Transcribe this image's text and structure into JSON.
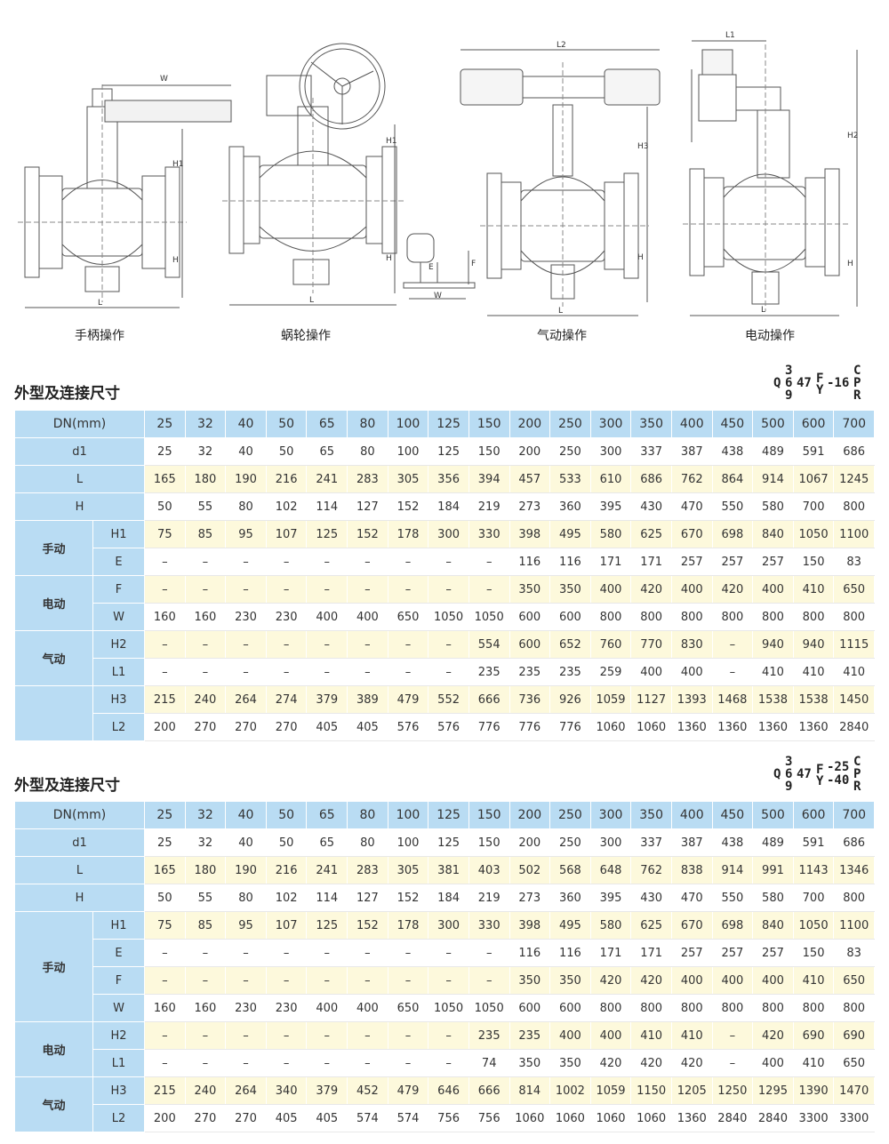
{
  "drawings": {
    "captions": [
      "手柄操作",
      "蜗轮操作",
      "气动操作",
      "电动操作"
    ],
    "dims": {
      "handle": [
        "W",
        "H1",
        "H",
        "L"
      ],
      "worm": [
        "H1",
        "H",
        "L",
        "F",
        "E",
        "W"
      ],
      "pneumatic": [
        "L2",
        "H3",
        "H",
        "L"
      ],
      "electric": [
        "L1",
        "H2",
        "H",
        "L"
      ]
    }
  },
  "sections": [
    {
      "title": "外型及连接尺寸",
      "model": {
        "q": "Q",
        "n3": "3",
        "n6": "6",
        "n9": "9",
        "mid": "47",
        "f": "F",
        "y": "Y",
        "p1": "-16",
        "c": "C",
        "p": "P",
        "r": "R"
      },
      "header_label": "DN(mm)",
      "dn": [
        "25",
        "32",
        "40",
        "50",
        "65",
        "80",
        "100",
        "125",
        "150",
        "200",
        "250",
        "300",
        "350",
        "400",
        "450",
        "500",
        "600",
        "700"
      ],
      "rows": [
        {
          "label": "d1",
          "values": [
            "25",
            "32",
            "40",
            "50",
            "65",
            "80",
            "100",
            "125",
            "150",
            "200",
            "250",
            "300",
            "337",
            "387",
            "438",
            "489",
            "591",
            "686"
          ]
        },
        {
          "label": "L",
          "values": [
            "165",
            "180",
            "190",
            "216",
            "241",
            "283",
            "305",
            "356",
            "394",
            "457",
            "533",
            "610",
            "686",
            "762",
            "864",
            "914",
            "1067",
            "1245"
          ]
        },
        {
          "label": "H",
          "values": [
            "50",
            "55",
            "80",
            "102",
            "114",
            "127",
            "152",
            "184",
            "219",
            "273",
            "360",
            "395",
            "430",
            "470",
            "550",
            "580",
            "700",
            "800"
          ]
        },
        {
          "group": "手动",
          "label": "H1",
          "values": [
            "75",
            "85",
            "95",
            "107",
            "125",
            "152",
            "178",
            "300",
            "330",
            "398",
            "495",
            "580",
            "625",
            "670",
            "698",
            "840",
            "1050",
            "1100"
          ]
        },
        {
          "label": "E",
          "values": [
            "–",
            "–",
            "–",
            "–",
            "–",
            "–",
            "–",
            "–",
            "–",
            "116",
            "116",
            "171",
            "171",
            "257",
            "257",
            "257",
            "150",
            "83"
          ]
        },
        {
          "group": "电动",
          "label": "F",
          "values": [
            "–",
            "–",
            "–",
            "–",
            "–",
            "–",
            "–",
            "–",
            "–",
            "350",
            "350",
            "400",
            "420",
            "400",
            "420",
            "400",
            "410",
            "650"
          ]
        },
        {
          "label": "W",
          "values": [
            "160",
            "160",
            "230",
            "230",
            "400",
            "400",
            "650",
            "1050",
            "1050",
            "600",
            "600",
            "800",
            "800",
            "800",
            "800",
            "800",
            "800",
            "800"
          ]
        },
        {
          "group": "气动",
          "label": "H2",
          "values": [
            "–",
            "–",
            "–",
            "–",
            "–",
            "–",
            "–",
            "–",
            "554",
            "600",
            "652",
            "760",
            "770",
            "830",
            "–",
            "940",
            "940",
            "1115"
          ]
        },
        {
          "label": "L1",
          "values": [
            "–",
            "–",
            "–",
            "–",
            "–",
            "–",
            "–",
            "–",
            "235",
            "235",
            "235",
            "259",
            "400",
            "400",
            "–",
            "410",
            "410",
            "410"
          ]
        },
        {
          "label": "H3",
          "values": [
            "215",
            "240",
            "264",
            "274",
            "379",
            "389",
            "479",
            "552",
            "666",
            "736",
            "926",
            "1059",
            "1127",
            "1393",
            "1468",
            "1538",
            "1538",
            "1450"
          ]
        },
        {
          "label": "L2",
          "values": [
            "200",
            "270",
            "270",
            "270",
            "405",
            "405",
            "576",
            "576",
            "776",
            "776",
            "776",
            "1060",
            "1060",
            "1360",
            "1360",
            "1360",
            "1360",
            "2840"
          ]
        }
      ]
    },
    {
      "title": "外型及连接尺寸",
      "model": {
        "q": "Q",
        "n3": "3",
        "n6": "6",
        "n9": "9",
        "mid": "47",
        "f": "F",
        "y": "Y",
        "p1": "-25",
        "p2": "-40",
        "c": "C",
        "p": "P",
        "r": "R"
      },
      "header_label": "DN(mm)",
      "dn": [
        "25",
        "32",
        "40",
        "50",
        "65",
        "80",
        "100",
        "125",
        "150",
        "200",
        "250",
        "300",
        "350",
        "400",
        "450",
        "500",
        "600",
        "700"
      ],
      "rows": [
        {
          "label": "d1",
          "values": [
            "25",
            "32",
            "40",
            "50",
            "65",
            "80",
            "100",
            "125",
            "150",
            "200",
            "250",
            "300",
            "337",
            "387",
            "438",
            "489",
            "591",
            "686"
          ]
        },
        {
          "label": "L",
          "values": [
            "165",
            "180",
            "190",
            "216",
            "241",
            "283",
            "305",
            "381",
            "403",
            "502",
            "568",
            "648",
            "762",
            "838",
            "914",
            "991",
            "1143",
            "1346"
          ]
        },
        {
          "label": "H",
          "values": [
            "50",
            "55",
            "80",
            "102",
            "114",
            "127",
            "152",
            "184",
            "219",
            "273",
            "360",
            "395",
            "430",
            "470",
            "550",
            "580",
            "700",
            "800"
          ]
        },
        {
          "group": "手动",
          "label": "H1",
          "values": [
            "75",
            "85",
            "95",
            "107",
            "125",
            "152",
            "178",
            "300",
            "330",
            "398",
            "495",
            "580",
            "625",
            "670",
            "698",
            "840",
            "1050",
            "1100"
          ]
        },
        {
          "label": "E",
          "values": [
            "–",
            "–",
            "–",
            "–",
            "–",
            "–",
            "–",
            "–",
            "–",
            "116",
            "116",
            "171",
            "171",
            "257",
            "257",
            "257",
            "150",
            "83"
          ]
        },
        {
          "label": "F",
          "values": [
            "–",
            "–",
            "–",
            "–",
            "–",
            "–",
            "–",
            "–",
            "–",
            "350",
            "350",
            "420",
            "420",
            "400",
            "400",
            "400",
            "410",
            "650"
          ]
        },
        {
          "label": "W",
          "values": [
            "160",
            "160",
            "230",
            "230",
            "400",
            "400",
            "650",
            "1050",
            "1050",
            "600",
            "600",
            "800",
            "800",
            "800",
            "800",
            "800",
            "800",
            "800"
          ]
        },
        {
          "group": "电动",
          "label": "H2",
          "values": [
            "–",
            "–",
            "–",
            "–",
            "–",
            "–",
            "–",
            "–",
            "235",
            "235",
            "400",
            "400",
            "410",
            "410",
            "–",
            "420",
            "690",
            "690"
          ]
        },
        {
          "label": "L1",
          "values": [
            "–",
            "–",
            "–",
            "–",
            "–",
            "–",
            "–",
            "–",
            "74",
            "350",
            "350",
            "420",
            "420",
            "420",
            "–",
            "400",
            "410",
            "650"
          ]
        },
        {
          "group": "气动",
          "label": "H3",
          "values": [
            "215",
            "240",
            "264",
            "340",
            "379",
            "452",
            "479",
            "646",
            "666",
            "814",
            "1002",
            "1059",
            "1150",
            "1205",
            "1250",
            "1295",
            "1390",
            "1470"
          ]
        },
        {
          "label": "L2",
          "values": [
            "200",
            "270",
            "270",
            "405",
            "405",
            "574",
            "574",
            "756",
            "756",
            "1060",
            "1060",
            "1060",
            "1060",
            "1360",
            "2840",
            "2840",
            "3300",
            "3300"
          ]
        }
      ]
    }
  ]
}
